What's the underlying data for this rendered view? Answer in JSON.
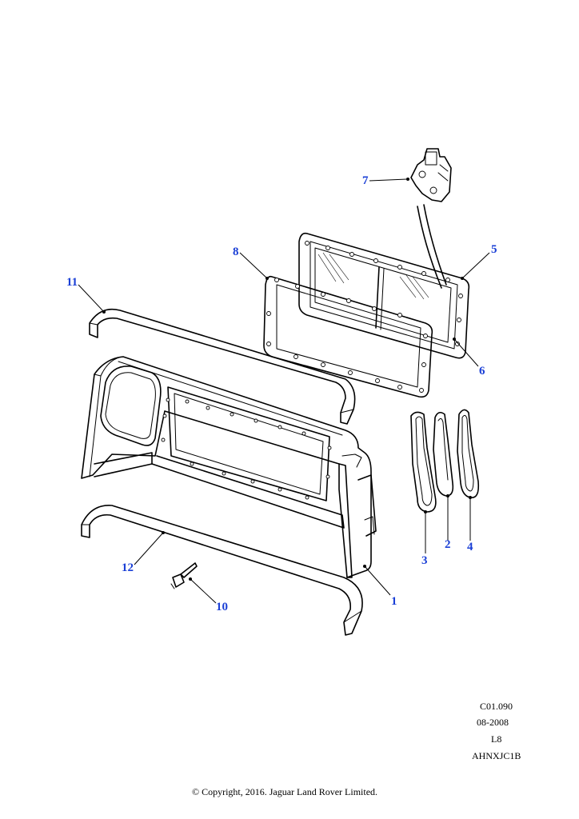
{
  "callouts": {
    "c1": "1",
    "c2": "2",
    "c3": "3",
    "c4": "4",
    "c5": "5",
    "c6": "6",
    "c7": "7",
    "c8": "8",
    "c10": "10",
    "c11": "11",
    "c12": "12"
  },
  "reference": {
    "code": "C01.090",
    "date": "08-2008",
    "level": "L8",
    "id": "AHNXJC1B"
  },
  "copyright": "© Copyright, 2016. Jaguar Land Rover Limited.",
  "colors": {
    "callout": "#1a3fd6",
    "line": "#000000",
    "background": "#ffffff"
  }
}
